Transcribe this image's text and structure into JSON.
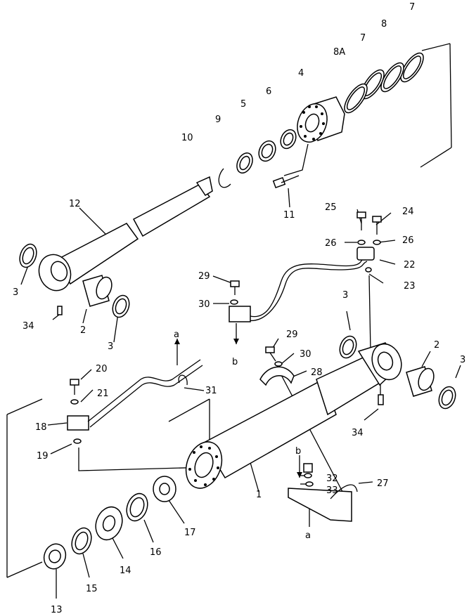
{
  "figure": {
    "callouts": [
      "7",
      "8",
      "7",
      "8A",
      "4",
      "6",
      "5",
      "9",
      "10",
      "11",
      "12",
      "25",
      "24",
      "26",
      "26",
      "22",
      "23",
      "29",
      "30",
      "3",
      "34",
      "2",
      "3",
      "3",
      "2",
      "3",
      "29",
      "30",
      "28",
      "20",
      "a",
      "21",
      "31",
      "b",
      "18",
      "19",
      "34",
      "b",
      "32",
      "33",
      "27",
      "1",
      "17",
      "16",
      "14",
      "15",
      "13",
      "a"
    ]
  }
}
